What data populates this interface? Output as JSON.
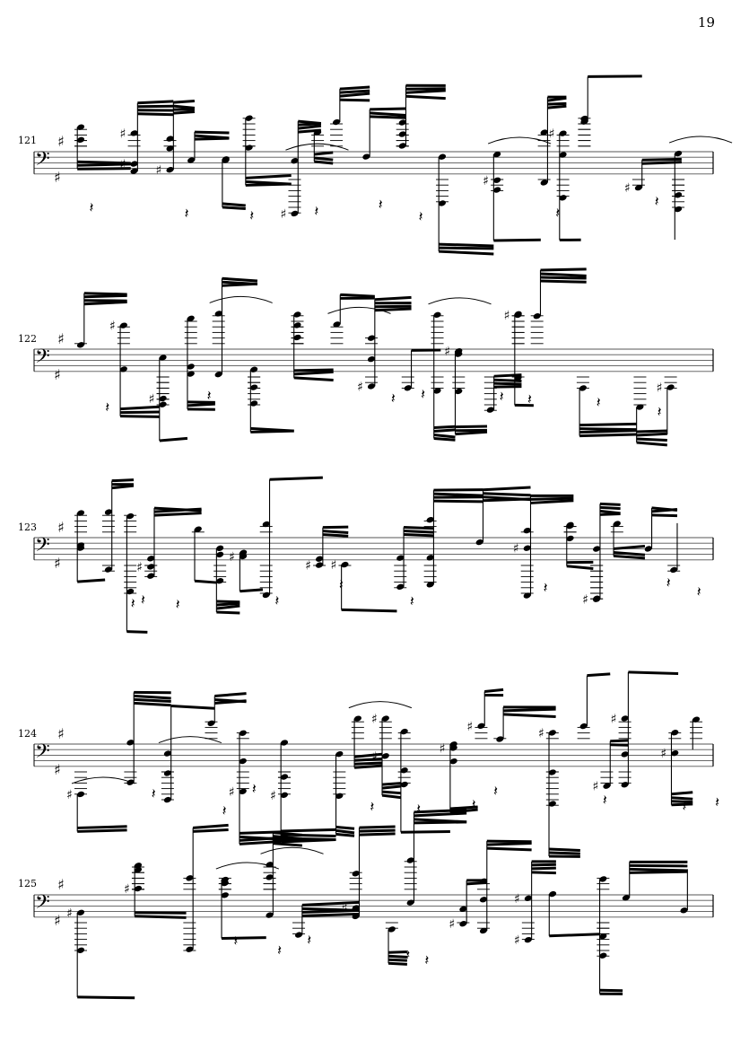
{
  "page_number": "19",
  "systems": [
    {
      "measure": "121"
    },
    {
      "measure": "122"
    },
    {
      "measure": "123"
    },
    {
      "measure": "124"
    },
    {
      "measure": "125"
    }
  ],
  "clef": "bass-clef",
  "colors": {
    "ink": "#000000",
    "paper": "#ffffff"
  }
}
